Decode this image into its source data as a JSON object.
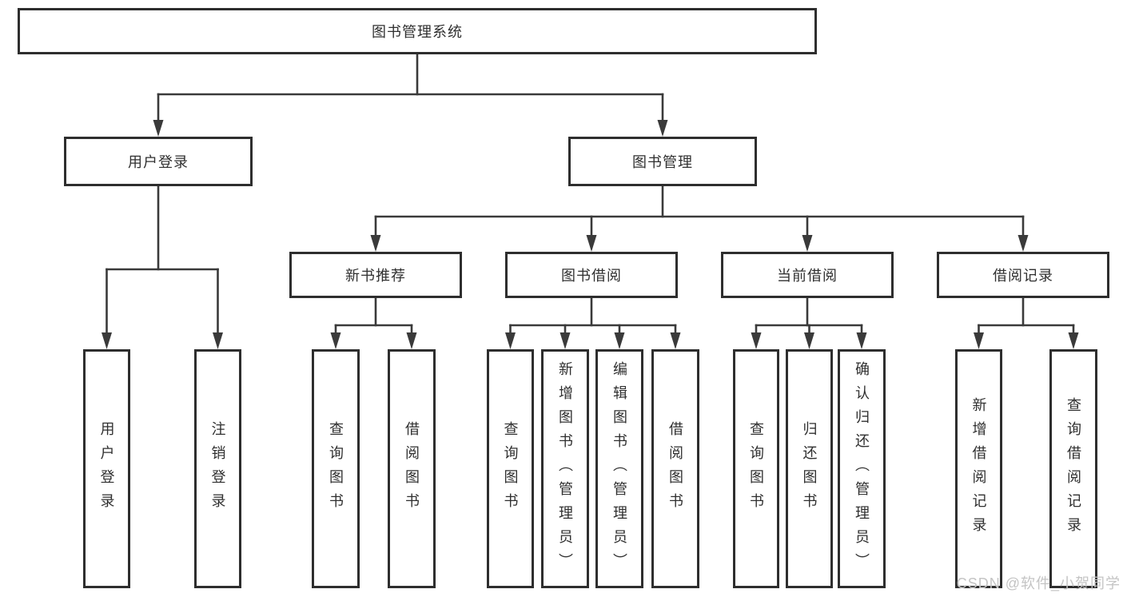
{
  "diagram": {
    "root": {
      "label": "图书管理系统"
    },
    "level2": {
      "user_login": {
        "label": "用户登录",
        "parent": "图书管理系统"
      },
      "book_mgmt": {
        "label": "图书管理",
        "parent": "图书管理系统"
      }
    },
    "level3": {
      "new_book_rec": {
        "label": "新书推荐",
        "parent": "图书管理"
      },
      "book_borrow": {
        "label": "图书借阅",
        "parent": "图书管理"
      },
      "current_borrow": {
        "label": "当前借阅",
        "parent": "图书管理"
      },
      "borrow_records": {
        "label": "借阅记录",
        "parent": "图书管理"
      }
    },
    "leaves": {
      "login": {
        "label": "用户登录",
        "parent": "用户登录"
      },
      "logout": {
        "label": "注销登录",
        "parent": "用户登录"
      },
      "rec_query_book": {
        "label": "查询图书",
        "parent": "新书推荐"
      },
      "rec_borrow_book": {
        "label": "借阅图书",
        "parent": "新书推荐"
      },
      "bb_query_book": {
        "label": "查询图书",
        "parent": "图书借阅"
      },
      "bb_add_book": {
        "label": "新增图书（管理员）",
        "parent": "图书借阅"
      },
      "bb_edit_book": {
        "label": "编辑图书（管理员）",
        "parent": "图书借阅"
      },
      "bb_borrow_book": {
        "label": "借阅图书",
        "parent": "图书借阅"
      },
      "cb_query_book": {
        "label": "查询图书",
        "parent": "当前借阅"
      },
      "cb_return_book": {
        "label": "归还图书",
        "parent": "当前借阅"
      },
      "cb_confirm_return": {
        "label": "确认归还（管理员）",
        "parent": "当前借阅"
      },
      "br_add_record": {
        "label": "新增借阅记录",
        "parent": "借阅记录"
      },
      "br_query_record": {
        "label": "查询借阅记录",
        "parent": "借阅记录"
      }
    }
  },
  "watermark": {
    "text": "CSDN @软件_小贺同学"
  },
  "colors": {
    "line": "#3a3a3a",
    "box_border": "#2e2e2e",
    "text": "#2f2f2f",
    "watermark": "#c4c4c4",
    "background": "#ffffff"
  }
}
